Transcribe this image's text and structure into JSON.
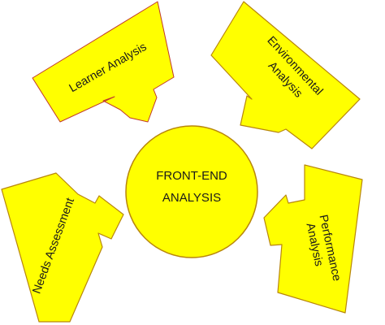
{
  "diagram": {
    "center_label_line1": "FRONT-END",
    "center_label_line2": "ANALYSIS",
    "learner_label": "Learner Analysis",
    "environmental_label_line1": "Environmental",
    "environmental_label_line2": "Analysis",
    "needs_label": "Needs Assessment",
    "performance_label_line1": "Performance",
    "performance_label_line2": "Analysis"
  },
  "colors": {
    "fill": "#ffff00",
    "stroke": "#b8860b"
  }
}
